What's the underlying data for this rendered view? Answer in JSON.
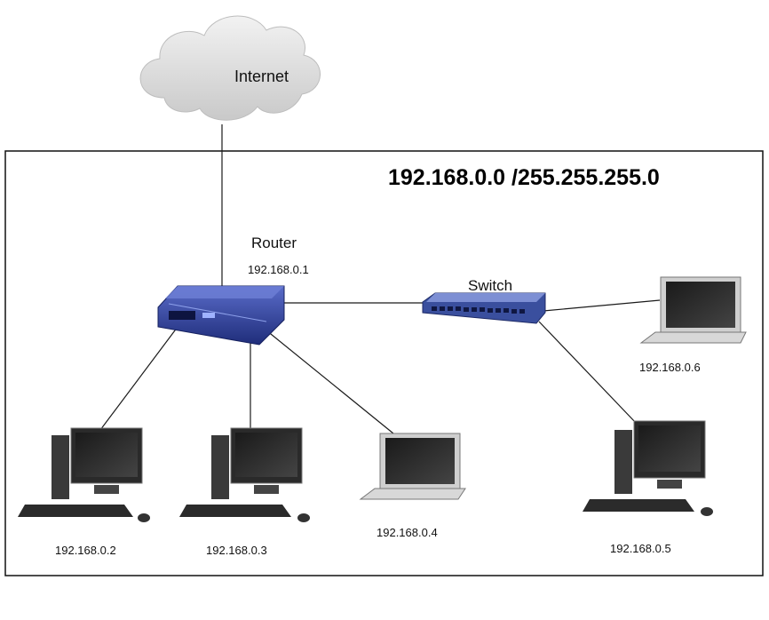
{
  "cloud": {
    "label": "Internet",
    "icon": "cloud-icon"
  },
  "network": {
    "subnet_label": "192.168.0.0 /255.255.255.0"
  },
  "router": {
    "label": "Router",
    "ip": "192.168.0.1",
    "icon": "router-icon"
  },
  "switch": {
    "label": "Switch",
    "icon": "switch-icon"
  },
  "hosts": [
    {
      "kind": "desktop",
      "ip": "192.168.0.2",
      "icon": "desktop-computer-icon"
    },
    {
      "kind": "desktop",
      "ip": "192.168.0.3",
      "icon": "desktop-computer-icon"
    },
    {
      "kind": "laptop",
      "ip": "192.168.0.4",
      "icon": "laptop-icon"
    },
    {
      "kind": "desktop",
      "ip": "192.168.0.5",
      "icon": "desktop-computer-icon"
    },
    {
      "kind": "laptop",
      "ip": "192.168.0.6",
      "icon": "laptop-icon"
    }
  ],
  "colors": {
    "router_body": "#2e3f9e",
    "switch_body": "#3a4f9e",
    "line": "#1a1a1a",
    "cloud": "#d6d6d6",
    "frame": "#111111"
  }
}
